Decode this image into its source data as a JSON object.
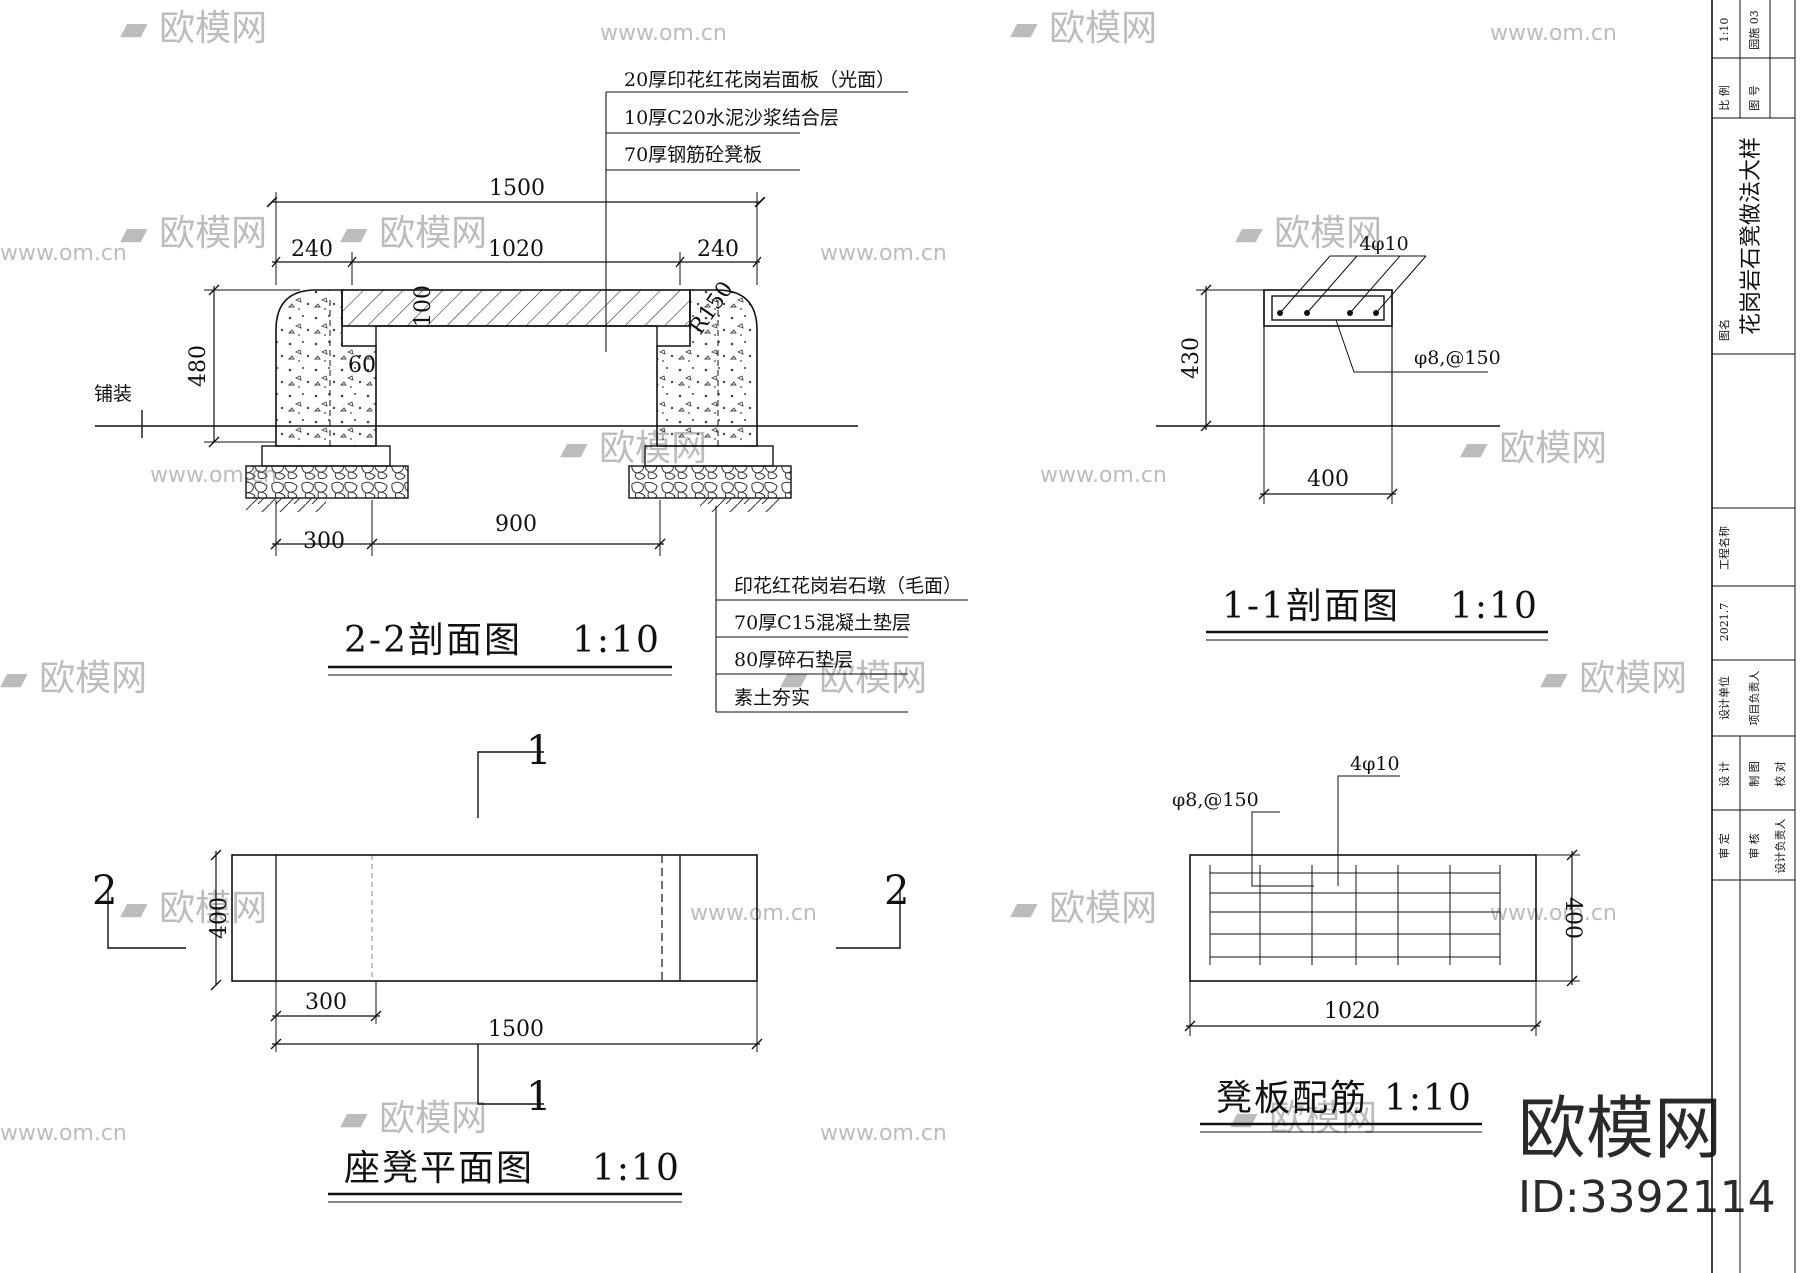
{
  "watermark": {
    "logo_text": "欧模网",
    "site_text": "www.om.cn",
    "short_site": "om.cn"
  },
  "brand": {
    "name": "欧模网",
    "id": "ID:3392114"
  },
  "section22": {
    "title": "2-2剖面图",
    "scale": "1:10",
    "dims": {
      "total": "1500",
      "left_leg": "240",
      "span": "1020",
      "right_leg": "240",
      "height": "480",
      "slab": "100",
      "radius": "R150",
      "ledge": "60",
      "footing": "300",
      "clear": "900"
    },
    "paving_label": "铺装",
    "top_notes": [
      "20厚印花红花岗岩面板（光面）",
      "10厚C20水泥沙浆结合层",
      "70厚钢筋砼凳板"
    ],
    "bottom_notes": [
      "印花红花岗岩石墩（毛面）",
      "70厚C15混凝土垫层",
      "80厚碎石垫层",
      "素土夯实"
    ]
  },
  "section11": {
    "title": "1-1剖面图",
    "scale": "1:10",
    "dims": {
      "height": "430",
      "width": "400"
    },
    "rebar_top": "4φ10",
    "rebar_stirrup": "φ8,@150"
  },
  "plan": {
    "title": "座凳平面图",
    "scale": "1:10",
    "dims": {
      "depth": "400",
      "leg": "300",
      "total": "1500"
    },
    "cut_1": "1",
    "cut_2": "2"
  },
  "rebar": {
    "title": "凳板配筋",
    "scale": "1:10",
    "label_main": "4φ10",
    "label_stirrup": "φ8,@150",
    "dims": {
      "length": "1020",
      "width": "400"
    }
  },
  "titleblock": {
    "scale_label": "比 例",
    "scale_value": "1:10",
    "drawing_no_label": "图 号",
    "drawing_no_value": "园施 03",
    "drawing_name_label": "图名",
    "drawing_name": "花岗岩石凳做法大样",
    "project_label": "工程名称",
    "date_value": "2021.7",
    "design_unit": "设计单位",
    "project_manager": "项目负责人",
    "rows": [
      "设 计",
      "制 图",
      "校 对",
      "审 定",
      "审 核",
      "设计负责人"
    ]
  }
}
